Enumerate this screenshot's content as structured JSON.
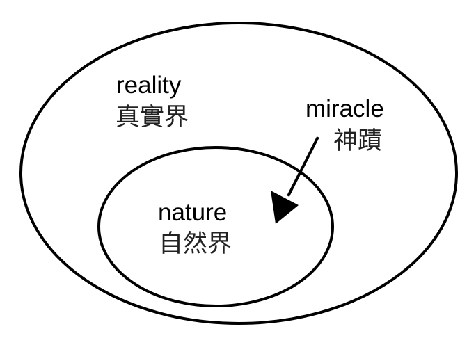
{
  "diagram": {
    "outer_set": {
      "label_en": "reality",
      "label_zh": "真實界"
    },
    "inner_set": {
      "label_en": "nature",
      "label_zh": "自然界"
    },
    "arrow_source": {
      "label_en": "miracle",
      "label_zh": "神蹟"
    }
  },
  "colors": {
    "stroke": "#000000",
    "background": "#ffffff"
  }
}
